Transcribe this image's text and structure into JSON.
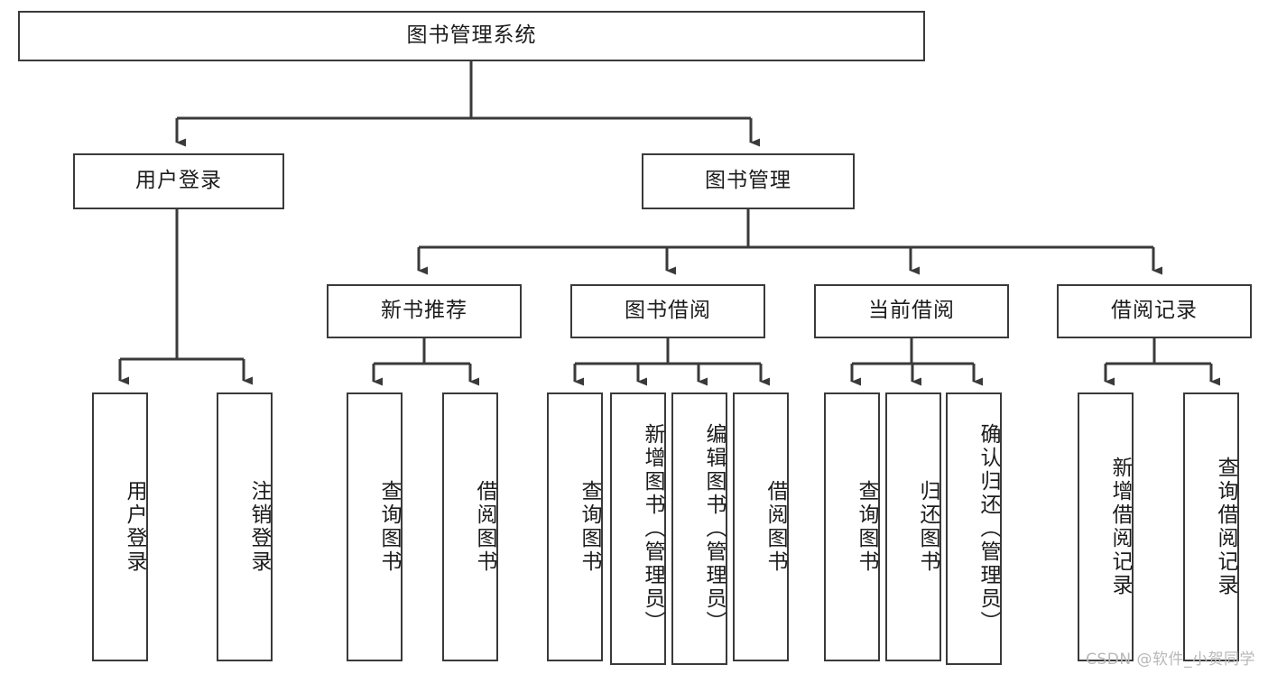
{
  "diagram": {
    "title": "图书管理系统",
    "type": "tree-hierarchy",
    "watermark": "CSDN @软件_小贺同学",
    "colors": {
      "box_border": "#3a3a3a",
      "box_fill": "#ffffff",
      "edge": "#3a3a3a",
      "text": "#1c1c1c",
      "watermark": "#b8b8b8",
      "background": "#ffffff"
    },
    "nodes": {
      "root": {
        "label": "图书管理系统"
      },
      "level1": [
        {
          "id": "user-login",
          "label": "用户登录"
        },
        {
          "id": "book-manage",
          "label": "图书管理"
        }
      ],
      "level2": [
        {
          "id": "new-book-recommend",
          "label": "新书推荐"
        },
        {
          "id": "book-borrow",
          "label": "图书借阅"
        },
        {
          "id": "current-borrow",
          "label": "当前借阅"
        },
        {
          "id": "borrow-record",
          "label": "借阅记录"
        }
      ],
      "leaves": {
        "user-login": [
          {
            "id": "leaf-user-login",
            "label": "用户登录"
          },
          {
            "id": "leaf-logout-login",
            "label": "注销登录"
          }
        ],
        "new-book-recommend": [
          {
            "id": "leaf-query-book-1",
            "label": "查询图书"
          },
          {
            "id": "leaf-borrow-book-1",
            "label": "借阅图书"
          }
        ],
        "book-borrow": [
          {
            "id": "leaf-query-book-2",
            "label": "查询图书"
          },
          {
            "id": "leaf-add-book",
            "label": "新增图书（管理员）"
          },
          {
            "id": "leaf-edit-book",
            "label": "编辑图书（管理员）"
          },
          {
            "id": "leaf-borrow-book-2",
            "label": "借阅图书"
          }
        ],
        "current-borrow": [
          {
            "id": "leaf-query-book-3",
            "label": "查询图书"
          },
          {
            "id": "leaf-return-book",
            "label": "归还图书"
          },
          {
            "id": "leaf-confirm-return",
            "label": "确认归还（管理员）"
          }
        ],
        "borrow-record": [
          {
            "id": "leaf-add-record",
            "label": "新增借阅记录"
          },
          {
            "id": "leaf-query-record",
            "label": "查询借阅记录"
          }
        ]
      }
    }
  }
}
